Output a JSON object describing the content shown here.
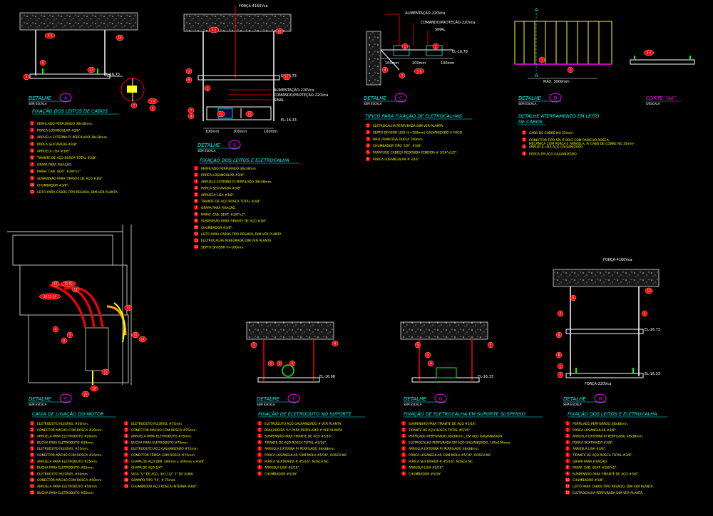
{
  "colors": {
    "background": "#000000",
    "title": "#00ffff",
    "text": "#ffff00",
    "marker": "#ff0000",
    "dim": "#ffffff",
    "accent": "#ff00ff",
    "ground": "#00ff00"
  },
  "labels": {
    "forca1": "FORÇA-4160Vca",
    "forca2": "FORÇA-4160Vca",
    "forca3": "FORÇA-220Vca",
    "alim1": "ALIMENTAÇÃO-220Vca",
    "cmd1": "COMANDO/PROTEÇÃO-220Vca",
    "sinal1": "SINAL",
    "alim2": "ALIMENTAÇÃO-220Vca",
    "cmd2": "COMANDO/PROTEÇÃO-220Vca",
    "sinal2": "SINAL",
    "el1": "EL-16,73",
    "el2": "EL-16,73",
    "el3": "EL-16,33",
    "el4": "EL-16,78",
    "el5": "EL-16,98",
    "el6": "EL-16,33",
    "el7": "EL-16,73",
    "el8": "EL-16,33",
    "dim100a": "100mm",
    "dim300": "300mm",
    "dim100b": "100mm",
    "dim100c": "100mm",
    "dim200": "200mm",
    "dim100d": "100mm",
    "max3000": "MÁX. 3000mm",
    "a_top": "A",
    "a_bot": "A"
  },
  "details": {
    "a": {
      "word": "DETALHE",
      "letter": "A",
      "scale": "SEM ESCALA",
      "heading": "FIXAÇÃO DOS LEITOS DE CABOS",
      "items": [
        "PERFILADO PERFURADO 38x38mm.",
        "PORCA LOSANGULAR #3/8\".",
        "ARRUELA EXTERNA P/ PERFILADO 38x38mm.",
        "PORCA SEXTAVADA #3/8\".",
        "ARRUELA LISA #3/8\".",
        "TIRANTE DE AÇO ROSCA TOTAL #3/8\".",
        "GRAPA PARA FIXAÇÃO.",
        "PARAF. CAB. SEXT. #3/8\"x1\".",
        "SUSPENSÃO PARA TIRANTE DE AÇO #3/8\".",
        "CHUMBADOR #3/8\".",
        "LEITO PARA CABOS TIPO PESADO, DIM VER PLANTA."
      ]
    },
    "b": {
      "word": "DETALHE",
      "letter": "B",
      "scale": "SEM ESCALA",
      "heading": "FIXAÇÃO DOS LEITOS E ELETROCALHA",
      "items": [
        "PERFILADO PERFURADO 38x38mm.",
        "PORCA LOSANGULAR #3/8\".",
        "ARRUELA EXTERNA P/ PERFILADO 38x38mm.",
        "PORCA SEXTAVADA #3/8\".",
        "ARRUELA LISA #3/8\".",
        "TIRANTE DE AÇO ROSCA TOTAL #3/8\".",
        "GRAPA PARA FIXAÇÃO.",
        "PARAF. CAB. SEXT. #3/8\"x1\".",
        "SUSPENSÃO PARA TIRANTE DE AÇO #3/8\".",
        "CHUMBADOR #3/8\".",
        "LEITO PARA CABOS TIPO PESADO, DIM VER PLANTA.",
        "ELETROCALHA PERFURADA DIM VER PLANTA.",
        "SEPTO DIVISOR H=100mm."
      ]
    },
    "c": {
      "word": "DETALHE",
      "letter": "C",
      "scale": "SEM ESCALA",
      "heading": "TÍPICO PARA FIXAÇÃO DE ELETROCALHAS",
      "items": [
        "ELETROCALHA PERFURADA DIM VER PLANTA.",
        "SEPTO DIVISOR LISO (h=100mm) GALVANIZADO A FOGO.",
        "MÃO FRANCESA DUPLA 700mm.",
        "CHUMBADOR TIPO \"UR\", #3/8\".",
        "PARAFUSO CABEÇA REDONDA FENDIDA # 3/16\"x1/2\".",
        "PORCA LOSANGULAR # 3/16\"."
      ]
    },
    "d": {
      "word": "DETALHE",
      "letter": "D",
      "scale": "SEM ESCALA",
      "heading": "DETALHE ATERRAMENTO EM LEITO DE CABOS",
      "items": [
        "CABO DE COBRE NÚ 35mm².",
        "CONECTOR TIPO SPLIT BOLT COM RABICHO ROSCA MECÂNICA COM PORCA E ARRUELA, P/ CABO DE COBRE NÚ 35mm².",
        "ARRUELA LISA AÇO GALVANIZADO.",
        "PORCA EM AÇO GALVANIZADO."
      ]
    },
    "corte": {
      "title": "CORTE \"AA\"",
      "scale": "S/ESCALA"
    },
    "e": {
      "word": "DETALHE",
      "letter": "E",
      "scale": "SEM ESCALA",
      "heading": "CAIXA DE LIGAÇÃO DO MOTOR",
      "col1": [
        "ELETRODUTO FLEXÍVEL #20mm.",
        "CONECTOR MACHO COM ROSCA #20mm.",
        "ARRUELA PARA ELETRODUTO #20mm.",
        "BUCHA PARA ELETRODUTO #20mm.",
        "ELETRODUTO FLEXÍVEL #25mm.",
        "CONECTOR MACHO COM ROSCA #25mm.",
        "ARRUELA PARA ELETRODUTO #25mm.",
        "BUCHA PARA ELETRODUTO #25mm.",
        "ELETRODUTO FLEXÍVEL #50mm.",
        "CONECTOR MACHO COM ROSCA #50mm.",
        "ARRUELA PARA ELETRODUTO #50mm.",
        "BUCHA PARA ELETRODUTO #50mm."
      ],
      "col2": [
        "ELETRODUTO FLEXÍVEL #75mm.",
        "CONECTOR MACHO COM ROSCA #75mm.",
        "ARRUELA PARA ELETRODUTO #75mm.",
        "BUCHA PARA ELETRODUTO #75mm.",
        "ELETRODUTO AÇO GALVANIZADO #75mm.",
        "CONECTOR FÊMEA COM ROSCA #75mm.",
        "CHAPA DE AÇO DIM. 300mm x 300mm x #3/8\".",
        "CHAPA DE AÇO 1/4\".",
        "VIGA \"U\" DE AÇO, 3x1.1/2\" 1\" DE ALMA.",
        "GRAMPO TIPO \"U\", # 75mm.",
        "CHUMBADOR AÇO ROSCA INTERNA #3/8\"."
      ]
    },
    "f": {
      "word": "DETALHE",
      "letter": "F",
      "scale": "SEM ESCALA",
      "heading": "FIXAÇÃO DE ELETRODUTO NO SUPORTE",
      "items": [
        "ELETRODUTO AÇO GALVANIZADO # VER PLANTA",
        "BRAÇADEIRA \"U\" PARA PERFILADO # VER PLANTA",
        "SUSPENSÃO PARA TIRANTE DE AÇO #5/16\".",
        "TIRANTE DE AÇO ROSCA TOTAL #5/16\".",
        "ARRUELA EXTERNA P/ PERFILADO 38x38mm.",
        "PORCA LOSANGULAR COM MOLA #5/16\", ROSCA NC.",
        "PORCA SEXTAVADA # #5/16\", ROSCA NC.",
        "ARRUELA LISA #5/16\".",
        "CHUMBADOR #5/16\"."
      ]
    },
    "g": {
      "word": "DETALHE",
      "letter": "G",
      "scale": "SEM ESCALA",
      "heading": "FIXAÇÃO DE ELETROCALHA EM SUPORTE SUSPENSO",
      "items": [
        "SUSPENSÃO PARA TIRANTE DE AÇO #5/16\".",
        "TIRANTE DE AÇO ROSCA TOTAL #5/16\".",
        "PERFILADO PERFURADO 38x38mm., EM AÇO GALVANIZADO.",
        "ELETROCALHA PERFURADA EM AÇO GALVANIZADO, 100x100mm.",
        "ARRUELA EXTERNA P/ PERFILADO 38x38mm.",
        "PORCA LOSANGULAR COM MOLA #5/16\", ROSCA NC.",
        "PORCA SEXTAVADA # #5/16\", ROSCA NC.",
        "ARRUELA LISA #5/16\".",
        "CHUMBADOR #5/16\"."
      ]
    },
    "h": {
      "word": "DETALHE",
      "letter": "H",
      "scale": "SEM ESCALA",
      "heading": "FIXAÇÃO DOS LEITOS E ELETROCALHA",
      "items": [
        "PERFILADO PERFURADO 38x38mm.",
        "PORCA LOSANGULAR #3/8\".",
        "ARRUELA EXTERNA P/ PERFILADO 38x38mm.",
        "PORCA SEXTAVADA #3/8\".",
        "ARRUELA LISA #3/8\".",
        "TIRANTE DE AÇO ROSCA TOTAL #3/8\".",
        "GRAPA PARA FIXAÇÃO.",
        "PARAF. CAB. SEXT. #3/8\"x1\".",
        "SUSPENSÃO PARA TIRANTE DE AÇO #3/8\".",
        "CHUMBADOR #3/8\".",
        "LEITO PARA CABOS TIPO PESADO, DIM VER PLANTA.",
        "ELETROCALHA PERFURADA DIM VER PLANTA."
      ]
    }
  }
}
